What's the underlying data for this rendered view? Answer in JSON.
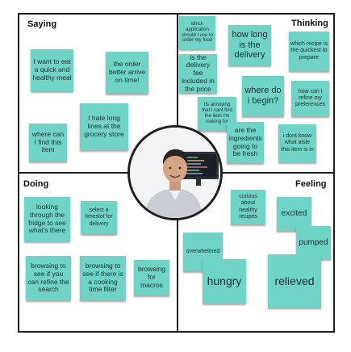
{
  "quadrants": {
    "saying": {
      "title": "Saying"
    },
    "thinking": {
      "title": "Thinking"
    },
    "doing": {
      "title": "Doing"
    },
    "feeling": {
      "title": "Feeling"
    }
  },
  "notes": {
    "saying": [
      "I want to eat a quick and healthy meal",
      "the order better arrive on time!",
      "I hate long lines at the grocery store",
      "where can I find this item"
    ],
    "thinking": [
      "which application should I use to order my food",
      "how long is the delivery",
      "which recipe is the quickest to prepare",
      "is the delivery fee included in the price",
      "where do i begin?",
      "how can i refine my preferences",
      "Its annoying that I cant find the item I'm looking for",
      "are the ingredients going to be fresh",
      "i dont know what aisle this item is in"
    ],
    "doing": [
      "looking through the fridge to see what's there",
      "select a timeslot for delivery",
      "browsing to see if you can refine the search",
      "browsing to see if there is a cooking time filter",
      "browsing for macros"
    ],
    "feeling": [
      "curious about healthy recipes",
      "excited",
      "pumped",
      "overwhelmed",
      "hungry",
      "relieved"
    ]
  },
  "colors": {
    "note": "#6fd3c6",
    "border": "#1e1e1e",
    "background": "#ffffff"
  },
  "persona": {
    "icon": "user-avatar-photo"
  }
}
